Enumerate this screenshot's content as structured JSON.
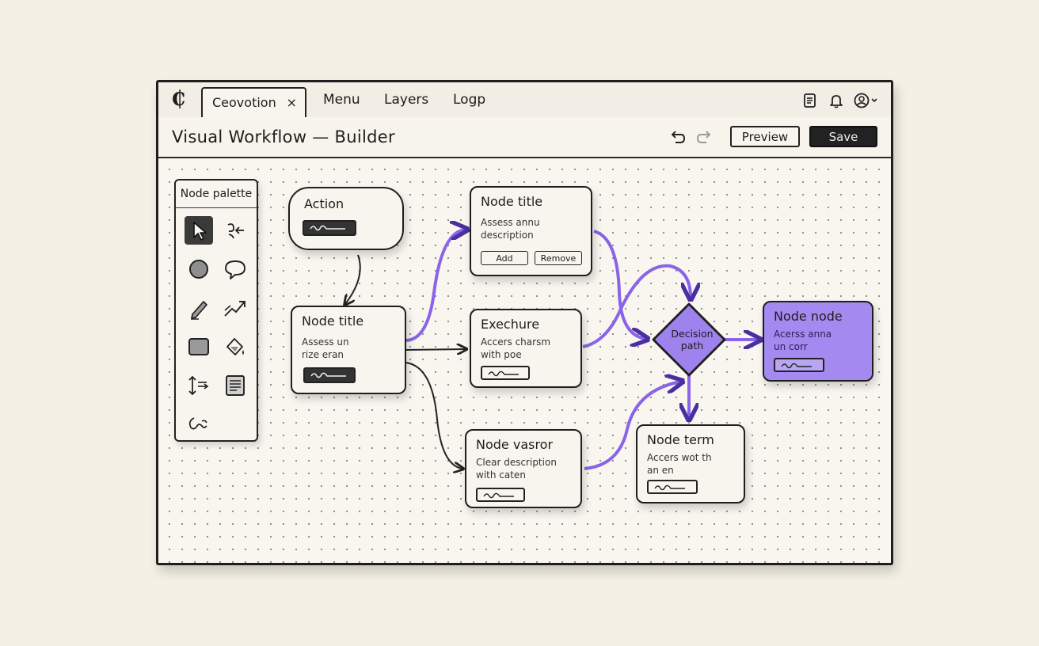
{
  "app": {
    "tab_title": "Ceovotion",
    "tab_close": "×",
    "menu": [
      "Menu",
      "Layers",
      "Logp"
    ]
  },
  "toolbar": {
    "page_title": "Visual Workflow — Builder",
    "preview_label": "Preview",
    "save_label": "Save"
  },
  "palette": {
    "title": "Node palette",
    "tools": [
      "pointer-icon",
      "connector-icon",
      "circle-icon",
      "speech-bubble-icon",
      "pen-icon",
      "trend-arrow-icon",
      "square-icon",
      "paint-bucket-icon",
      "vertical-arrows-icon",
      "document-icon",
      "loop-icon"
    ]
  },
  "nodes": {
    "action": {
      "title": "Action"
    },
    "node_title_left": {
      "title": "Node title",
      "desc1": "Assess un",
      "desc2": "rize eran"
    },
    "node_title_top": {
      "title": "Node title",
      "desc1": "Assess annu",
      "desc2": "description",
      "add_label": "Add",
      "remove_label": "Remove"
    },
    "exechure": {
      "title": "Exechure",
      "desc1": "Accers charsm",
      "desc2": "with poe"
    },
    "node_vasor": {
      "title": "Node vasror",
      "desc1": "Clear description",
      "desc2": "with caten"
    },
    "decision": {
      "line1": "Decision",
      "line2": "path"
    },
    "node_node": {
      "title": "Node node",
      "desc1": "Acerss anna",
      "desc2": "un corr"
    },
    "node_term": {
      "title": "Node term",
      "desc1": "Accers wot th",
      "desc2": "an en"
    }
  },
  "colors": {
    "accent": "#8a63e8",
    "accent_fill": "#a48af0",
    "ink": "#1e1e1e",
    "paper": "#f4f0e6"
  }
}
